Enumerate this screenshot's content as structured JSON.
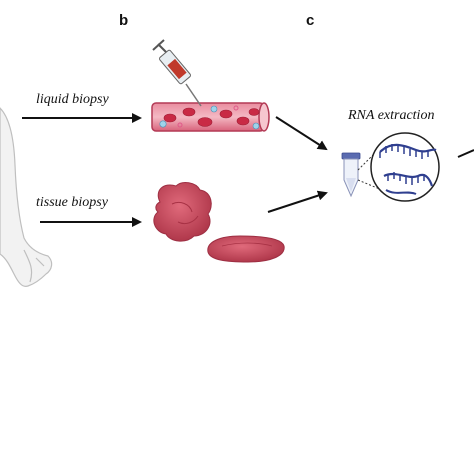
{
  "panels": {
    "b": "b",
    "c": "c"
  },
  "labels": {
    "liquid_biopsy": "liquid biopsy",
    "tissue_biopsy": "tissue biopsy",
    "rna_extraction": "RNA extraction"
  },
  "colors": {
    "vessel": "#d8637b",
    "vessel_dark": "#b33a55",
    "rbc": "#c92a45",
    "tissue": "#c94b5e",
    "tissue_dark": "#a83245",
    "rna": "#2f3f8f",
    "syringe_red": "#c0392b",
    "arrow": "#111111",
    "body_outline": "#bfbfbf"
  },
  "icons": [
    "human-arm-outline",
    "syringe-icon",
    "blood-vessel-icon",
    "tissue-sample-icon",
    "tube-icon",
    "rna-strand-icon"
  ]
}
